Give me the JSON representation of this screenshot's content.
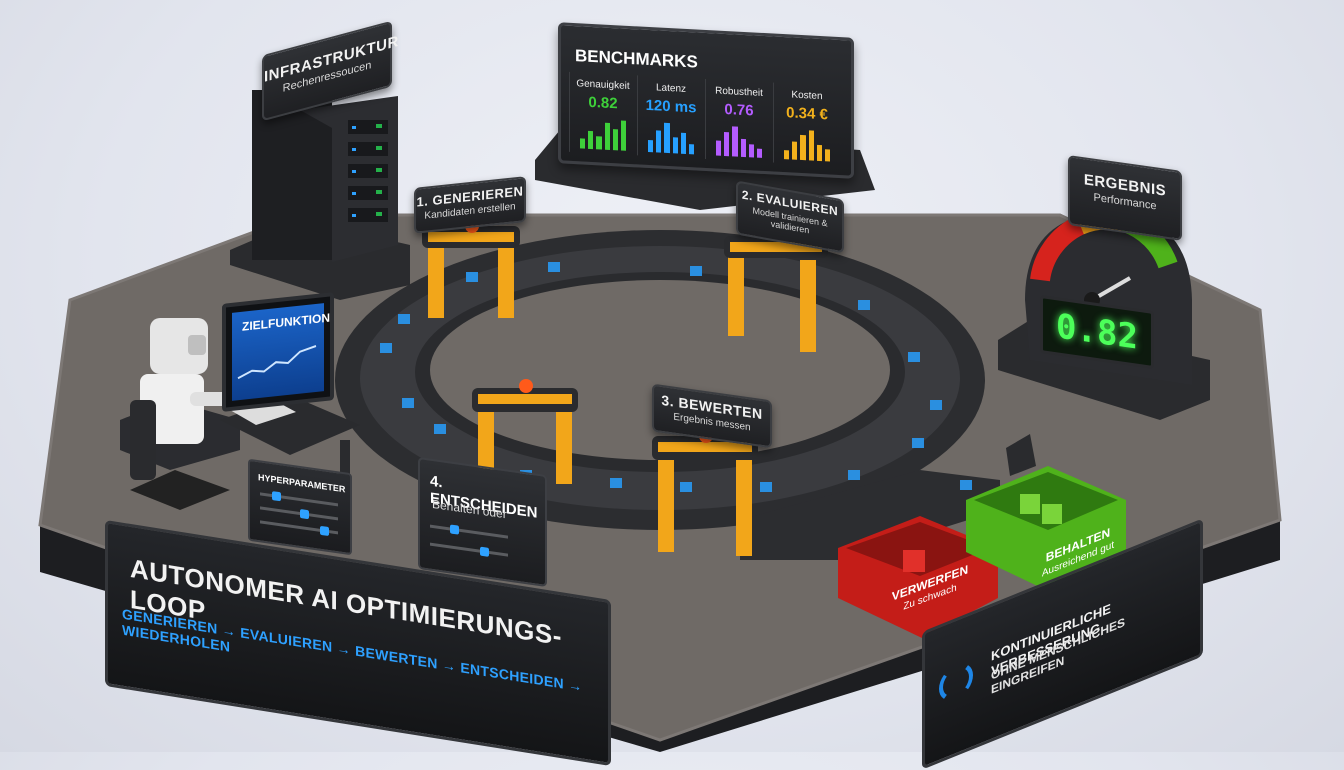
{
  "infrastructure": {
    "title": "INFRASTRUKTUR",
    "subtitle": "Rechenressoucen"
  },
  "benchmarks": {
    "title": "BENCHMARKS",
    "metrics": [
      {
        "label": "Genauigkeit",
        "value": "0.82",
        "color": "#3ed13a",
        "bars": [
          0.35,
          0.6,
          0.45,
          0.9,
          0.7,
          1.0
        ]
      },
      {
        "label": "Latenz",
        "value": "120 ms",
        "color": "#26a0ff",
        "bars": [
          0.4,
          0.75,
          1.0,
          0.55,
          0.7,
          0.35
        ]
      },
      {
        "label": "Robustheit",
        "value": "0.76",
        "color": "#b45cff",
        "bars": [
          0.5,
          0.8,
          1.0,
          0.6,
          0.45,
          0.3
        ]
      },
      {
        "label": "Kosten",
        "value": "0.34 €",
        "color": "#f2b11c",
        "bars": [
          0.3,
          0.6,
          0.85,
          1.0,
          0.55,
          0.4
        ]
      }
    ]
  },
  "result": {
    "title": "ERGEBNIS",
    "subtitle": "Performance",
    "value": "0.82",
    "level": 0.82
  },
  "stations": {
    "generate": {
      "title": "1. GENERIEREN",
      "subtitle": "Kandidaten erstellen"
    },
    "evaluate": {
      "title": "2. EVALUIEREN",
      "subtitle": "Modell trainieren & validieren"
    },
    "score": {
      "title": "3. BEWERTEN",
      "subtitle": "Ergebnis messen"
    },
    "decide": {
      "title": "4. ENTSCHEIDEN",
      "subtitle": "Behalten oder"
    }
  },
  "objective": {
    "label": "ZIELFUNKTION"
  },
  "hyperparameters": {
    "label": "HYPERPARAMETER"
  },
  "bins": {
    "discard": {
      "title": "VERWERFEN",
      "subtitle": "Zu schwach",
      "color": "#d6231d"
    },
    "keep": {
      "title": "BEHALTEN",
      "subtitle": "Ausreichend gut",
      "color": "#4fb21b"
    }
  },
  "footer": {
    "title": "AUTONOMER AI OPTIMIERUNGS-LOOP",
    "steps": "GENERIEREN → EVALUIEREN → BEWERTEN → ENTSCHEIDEN → WIEDERHOLEN"
  },
  "footer_right": {
    "line1": "KONTINUIERLICHE VERBESSERUNG",
    "line2": "OHNE MENSCHLICHES EINGREIFEN",
    "icon": "refresh-cycle-icon"
  },
  "colors": {
    "accent_blue": "#2ea1ff",
    "gate_yellow": "#f2a61a",
    "platform": "#6f6a66"
  }
}
